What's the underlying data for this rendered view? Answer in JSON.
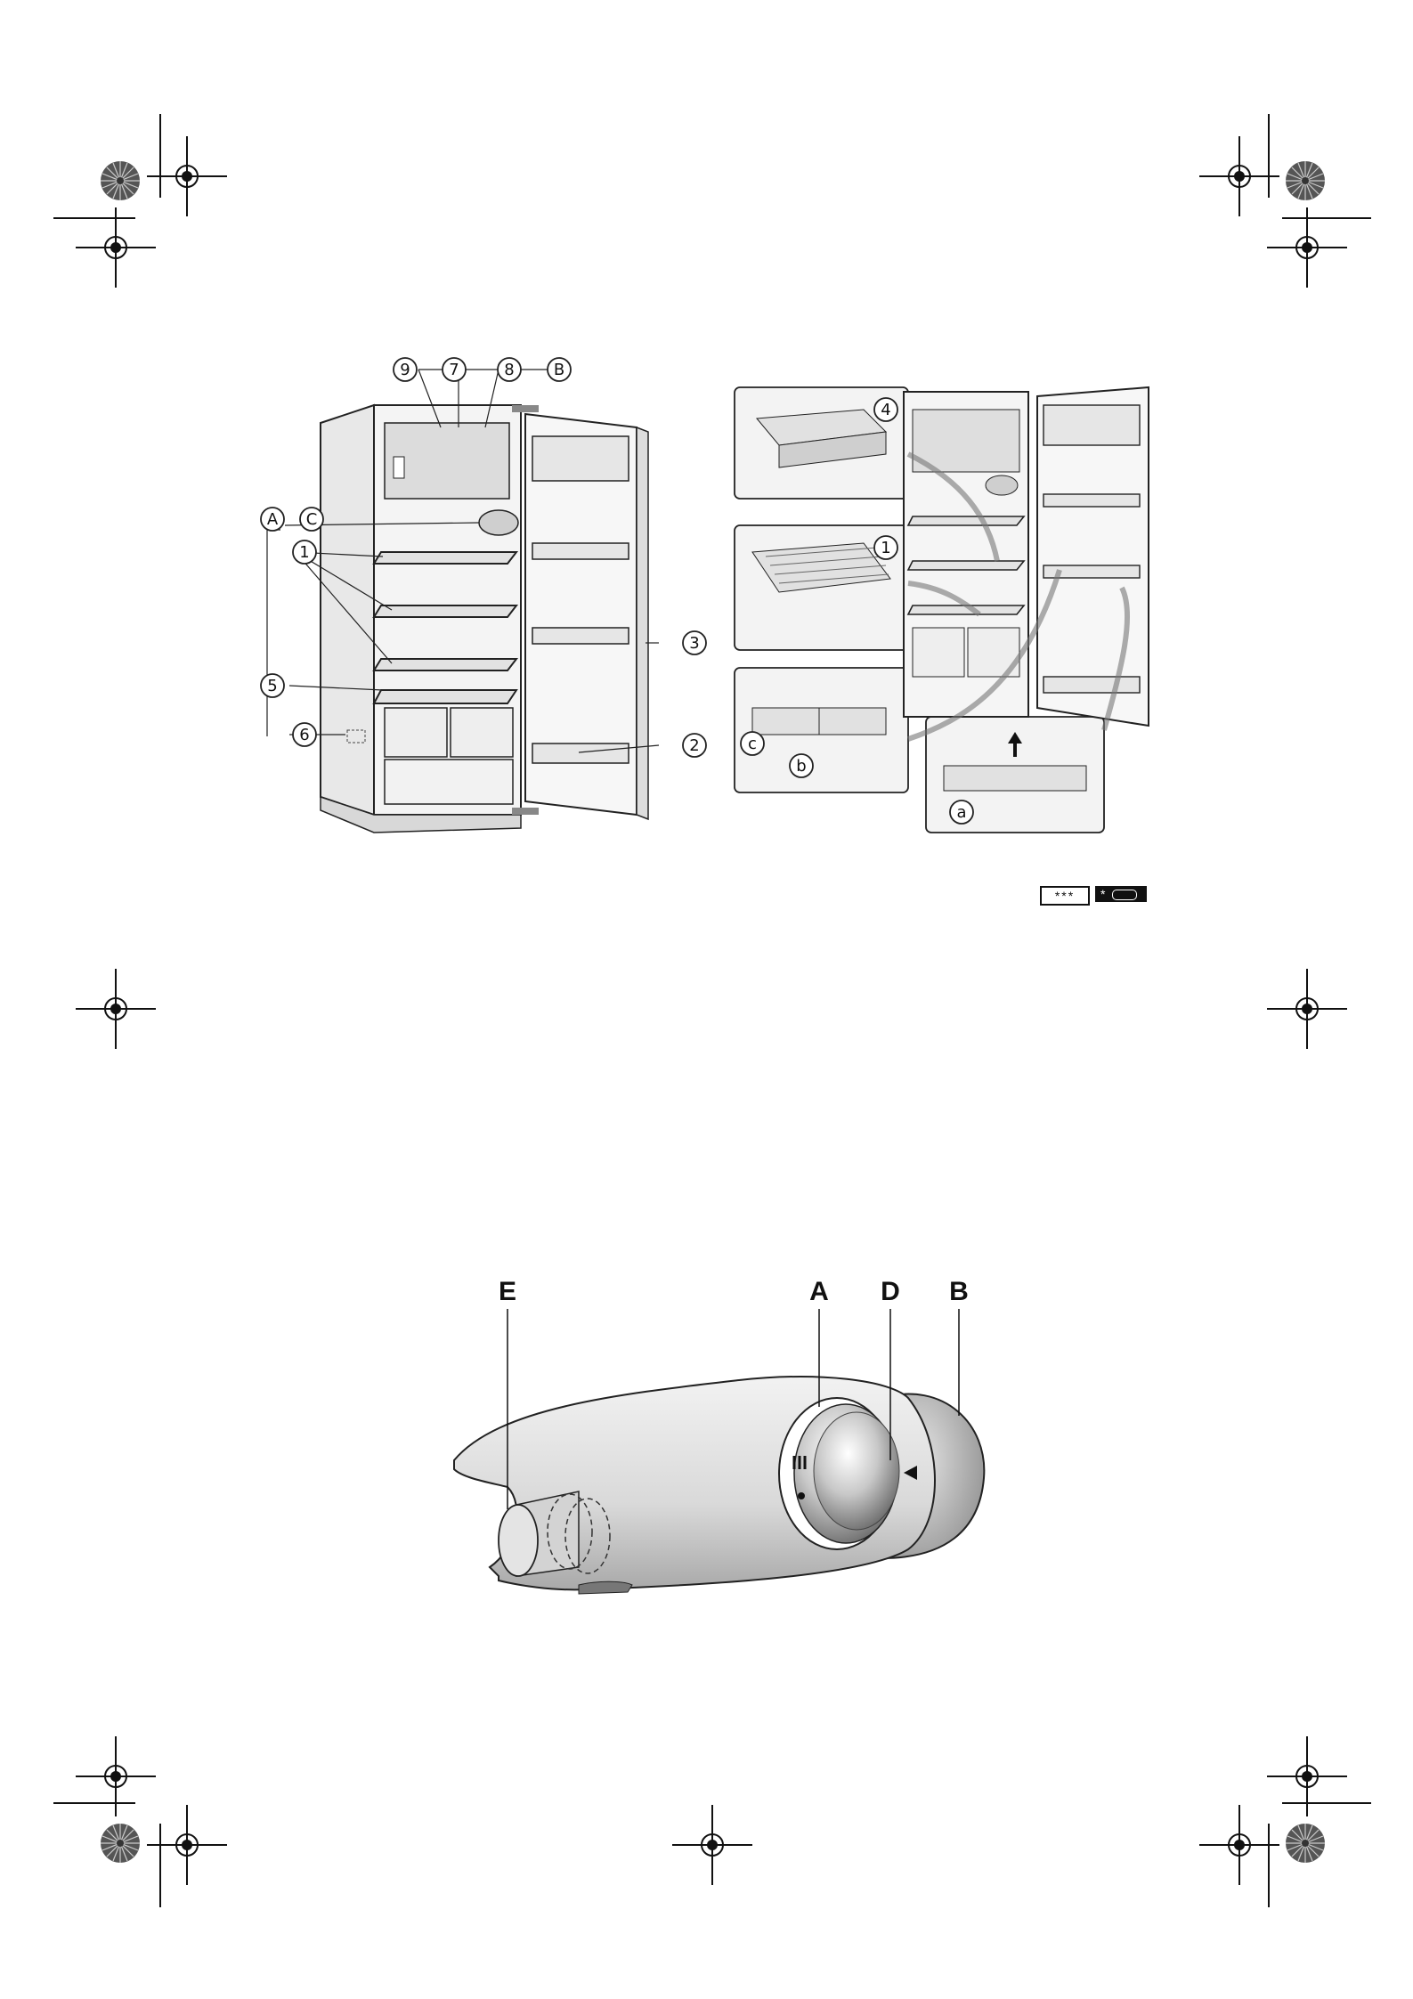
{
  "callouts_left": {
    "n9": "9",
    "n7": "7",
    "n8": "8",
    "nB": "B",
    "nA": "A",
    "nC": "C",
    "n1": "1",
    "n5": "5",
    "n6": "6",
    "n3": "3",
    "n2": "2"
  },
  "callouts_right": {
    "n4": "4",
    "n1": "1",
    "nc": "c",
    "nb": "b",
    "na": "a"
  },
  "star_labels": {
    "freezer": "***",
    "fridge": "*"
  },
  "thermostat": {
    "E": "E",
    "A": "A",
    "D": "D",
    "B": "B"
  },
  "colors": {
    "ink": "#111111",
    "gray": "#bdbdbd",
    "dark": "#5a5a5a"
  }
}
